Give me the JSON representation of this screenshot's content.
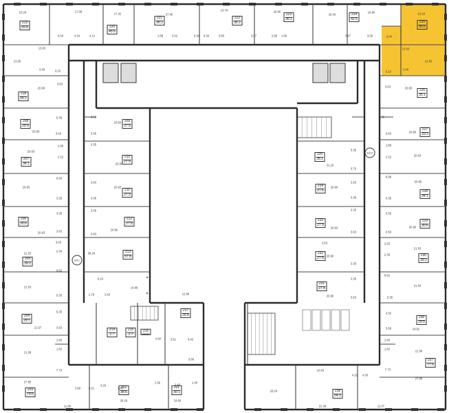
{
  "highlight_color": "#f6c433",
  "highlighted_apartment": "225",
  "apartments": [
    {
      "number": "219",
      "area": "59.8"
    },
    {
      "number": "220",
      "area": "45.6"
    },
    {
      "number": "221",
      "area": "36.2"
    },
    {
      "number": "222",
      "area": "36.2"
    },
    {
      "number": "223",
      "area": "36.1"
    },
    {
      "number": "224",
      "area": "42.5"
    },
    {
      "number": "225",
      "area": "55.6"
    },
    {
      "number": "226",
      "area": "35.1"
    },
    {
      "number": "227",
      "area": "29.3"
    },
    {
      "number": "228",
      "area": "34.1"
    },
    {
      "number": "229",
      "area": "30.6"
    },
    {
      "number": "230",
      "area": "39.2"
    },
    {
      "number": "231",
      "area": "27.8"
    },
    {
      "number": "232",
      "area": "27.8"
    },
    {
      "number": "233",
      "area": "27.9"
    },
    {
      "number": "234",
      "area": "27.6"
    },
    {
      "number": "235",
      "area": "28.2"
    },
    {
      "number": "236",
      "area": "29.5"
    },
    {
      "number": "237",
      "area": "77.6"
    },
    {
      "number": "238",
      "area": "64.3"
    },
    {
      "number": "201",
      "area": "30.1"
    },
    {
      "number": "202",
      "area": "38.6"
    },
    {
      "number": "203",
      "area": "79.6"
    },
    {
      "number": "204",
      "area": "29.7"
    },
    {
      "number": "205",
      "area": "39.2"
    },
    {
      "number": "206",
      "area": "26.6"
    },
    {
      "number": "207",
      "area": "34.1"
    },
    {
      "number": "208",
      "area": "29.9"
    },
    {
      "number": "218",
      "area": "35.1"
    },
    {
      "number": "209",
      "area": "27.9"
    },
    {
      "number": "210",
      "area": "27.9"
    },
    {
      "number": "211",
      "area": "27.9"
    },
    {
      "number": "212",
      "area": "27.8"
    },
    {
      "number": "213",
      "area": "57.8"
    },
    {
      "number": "214",
      "area": "2.7"
    },
    {
      "number": "215",
      "area": "2.7"
    },
    {
      "number": "216",
      "area": ""
    },
    {
      "number": "217",
      "area": "26.8"
    }
  ],
  "rooms": [
    "23.24",
    "17.08",
    "17.42",
    "27.45",
    "23.78",
    "3.54",
    "3.34",
    "4.12",
    "13.03",
    "13.55",
    "3.40",
    "3.10",
    "3.63",
    "20.60",
    "1.88",
    "3.42",
    "3.34",
    "3.34",
    "3.60",
    "26.60",
    "16.43",
    "16.80",
    "23.24",
    "3.67",
    "2.80",
    "1.86",
    "3.67",
    "3.56",
    "3.04",
    "13.03",
    "13.55",
    "3.40",
    "3.10",
    "3.63",
    "20.60",
    "5.35",
    "20.60",
    "3.63",
    "1.88",
    "20.63",
    "2.22",
    "20.63",
    "6.89",
    "3.35",
    "3.35",
    "20.63",
    "3.63",
    "3.63",
    "20.63",
    "3.35",
    "3.35",
    "20.60",
    "3.63",
    "20.63",
    "3.35",
    "3.35",
    "20.60",
    "3.63",
    "3.35",
    "3.63",
    "20.60",
    "1.88",
    "21.16",
    "3.35",
    "3.70",
    "2.22",
    "20.63",
    "20.60",
    "6.89",
    "3.63",
    "20.60",
    "3.35",
    "3.35",
    "3.35",
    "3.35",
    "20.63",
    "3.63",
    "3.63",
    "20.60",
    "3.63",
    "21.53",
    "2.30",
    "6.62",
    "38.24",
    "6.10",
    "2.78",
    "3.40",
    "14.88",
    "21.53",
    "5.35",
    "5.35",
    "21.57",
    "3.63",
    "1.83",
    "1.82",
    "21.08",
    "7.73",
    "27.85",
    "3.66",
    "3.21",
    "3.20",
    "1.83",
    "1.56",
    "3.40",
    "1.40",
    "11.89",
    "28.18",
    "19.60",
    "12.84",
    "4.60",
    "3.61",
    "3.42",
    "3.66",
    "3.63",
    "2.03",
    "21.53",
    "2.30",
    "20.60",
    "3.35",
    "3.35",
    "6.62",
    "21.53",
    "20.60",
    "3.63",
    "5.35",
    "4.32",
    "3.66",
    "19.62",
    "1.83",
    "1.82",
    "21.08",
    "10.03",
    "7.73",
    "4.29",
    "4.30",
    "27.85",
    "28.24",
    "22.38",
    "11.07"
  ],
  "section_marks": [
    "БЛ.1",
    "БЛ.4"
  ],
  "fire_marks": [
    "*",
    "*"
  ]
}
